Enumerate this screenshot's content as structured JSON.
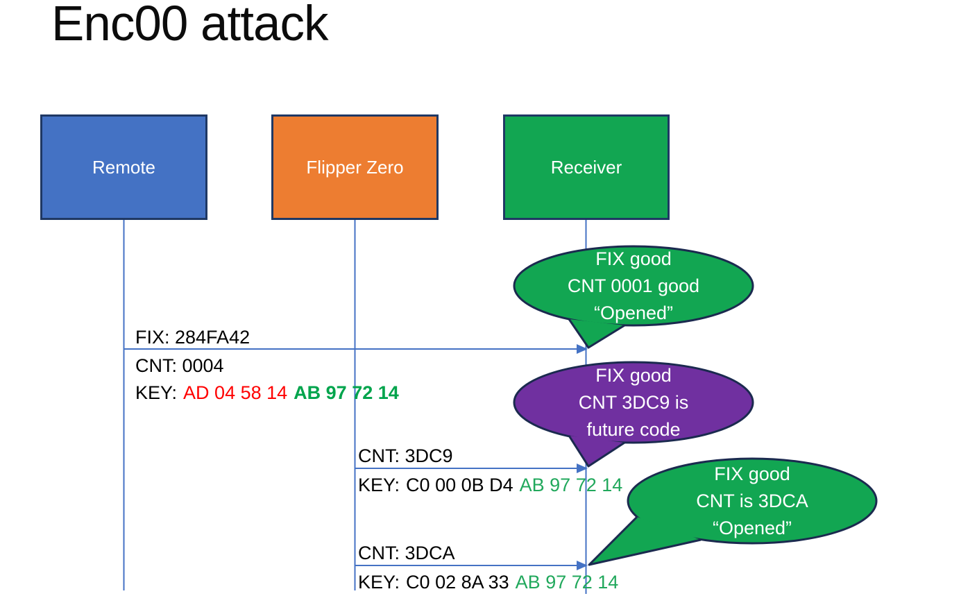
{
  "title": "Enc00 attack",
  "actors": [
    {
      "name": "Remote",
      "color": "#4472C4"
    },
    {
      "name": "Flipper Zero",
      "color": "#ED7D31"
    },
    {
      "name": "Receiver",
      "color": "#12A652"
    }
  ],
  "messages": [
    {
      "fix_line": "FIX: 284FA42",
      "cnt_line": "CNT: 0004",
      "key_label": "KEY:",
      "key_red": "AD 04 58 14",
      "key_green": "AB 97 72 14",
      "from": "Remote",
      "to": "Receiver"
    },
    {
      "cnt_line": "CNT: 3DC9",
      "key_label": "KEY:",
      "key_black": "C0 00 0B D4",
      "key_green": "AB 97 72 14",
      "from": "Flipper Zero",
      "to": "Receiver"
    },
    {
      "cnt_line": "CNT: 3DCA",
      "key_label": "KEY:",
      "key_black": "C0 02 8A 33",
      "key_green": "AB 97 72 14",
      "from": "Flipper Zero",
      "to": "Receiver"
    }
  ],
  "callouts": [
    {
      "line1": "FIX good",
      "line2": "CNT 0001 good",
      "line3": "“Opened”",
      "color": "#12A652"
    },
    {
      "line1": "FIX good",
      "line2": "CNT 3DC9 is",
      "line3": "future code",
      "color": "#7030A0"
    },
    {
      "line1": "FIX good",
      "line2": "CNT is 3DCA",
      "line3": "“Opened”",
      "color": "#12A652"
    }
  ],
  "colors": {
    "actor_border": "#1F3864",
    "callout_border": "#1B2A4F",
    "connector_blue": "#4472C4",
    "key_red": "#FF0000",
    "key_green_bold": "#00A44C",
    "key_green": "#21A85C"
  }
}
